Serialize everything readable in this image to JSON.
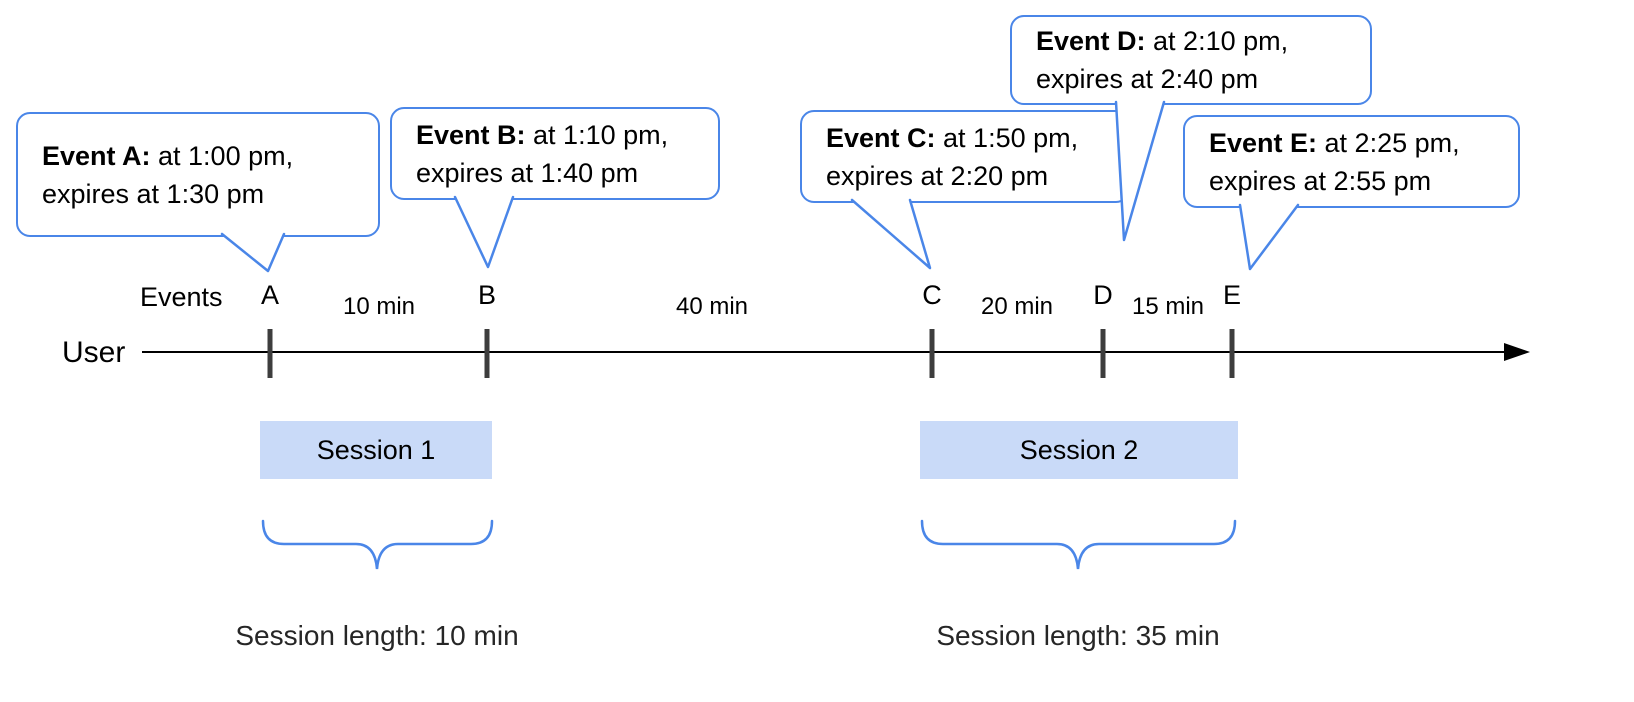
{
  "colors": {
    "accent": "#4a86e8",
    "session_fill": "#c9daf8",
    "tick": "#3d3d3d"
  },
  "timeline": {
    "user_label": "User",
    "events_label": "Events",
    "event_markers": [
      "A",
      "B",
      "C",
      "D",
      "E"
    ],
    "gap_labels": [
      "10 min",
      "40 min",
      "20 min",
      "15 min"
    ]
  },
  "callouts": [
    {
      "event": "A",
      "title": "Event A:",
      "line1": " at 1:00 pm,",
      "line2": "expires at 1:30 pm"
    },
    {
      "event": "B",
      "title": "Event B:",
      "line1": " at 1:10 pm,",
      "line2": "expires at 1:40 pm"
    },
    {
      "event": "C",
      "title": "Event C:",
      "line1": " at 1:50 pm,",
      "line2": "expires at 2:20 pm"
    },
    {
      "event": "D",
      "title": "Event D:",
      "line1": " at 2:10 pm,",
      "line2": "expires at 2:40 pm"
    },
    {
      "event": "E",
      "title": "Event E:",
      "line1": " at 2:25 pm,",
      "line2": "expires at 2:55 pm"
    }
  ],
  "sessions": [
    {
      "label": "Session 1",
      "length_label": "Session length: 10 min"
    },
    {
      "label": "Session 2",
      "length_label": "Session length: 35 min"
    }
  ]
}
